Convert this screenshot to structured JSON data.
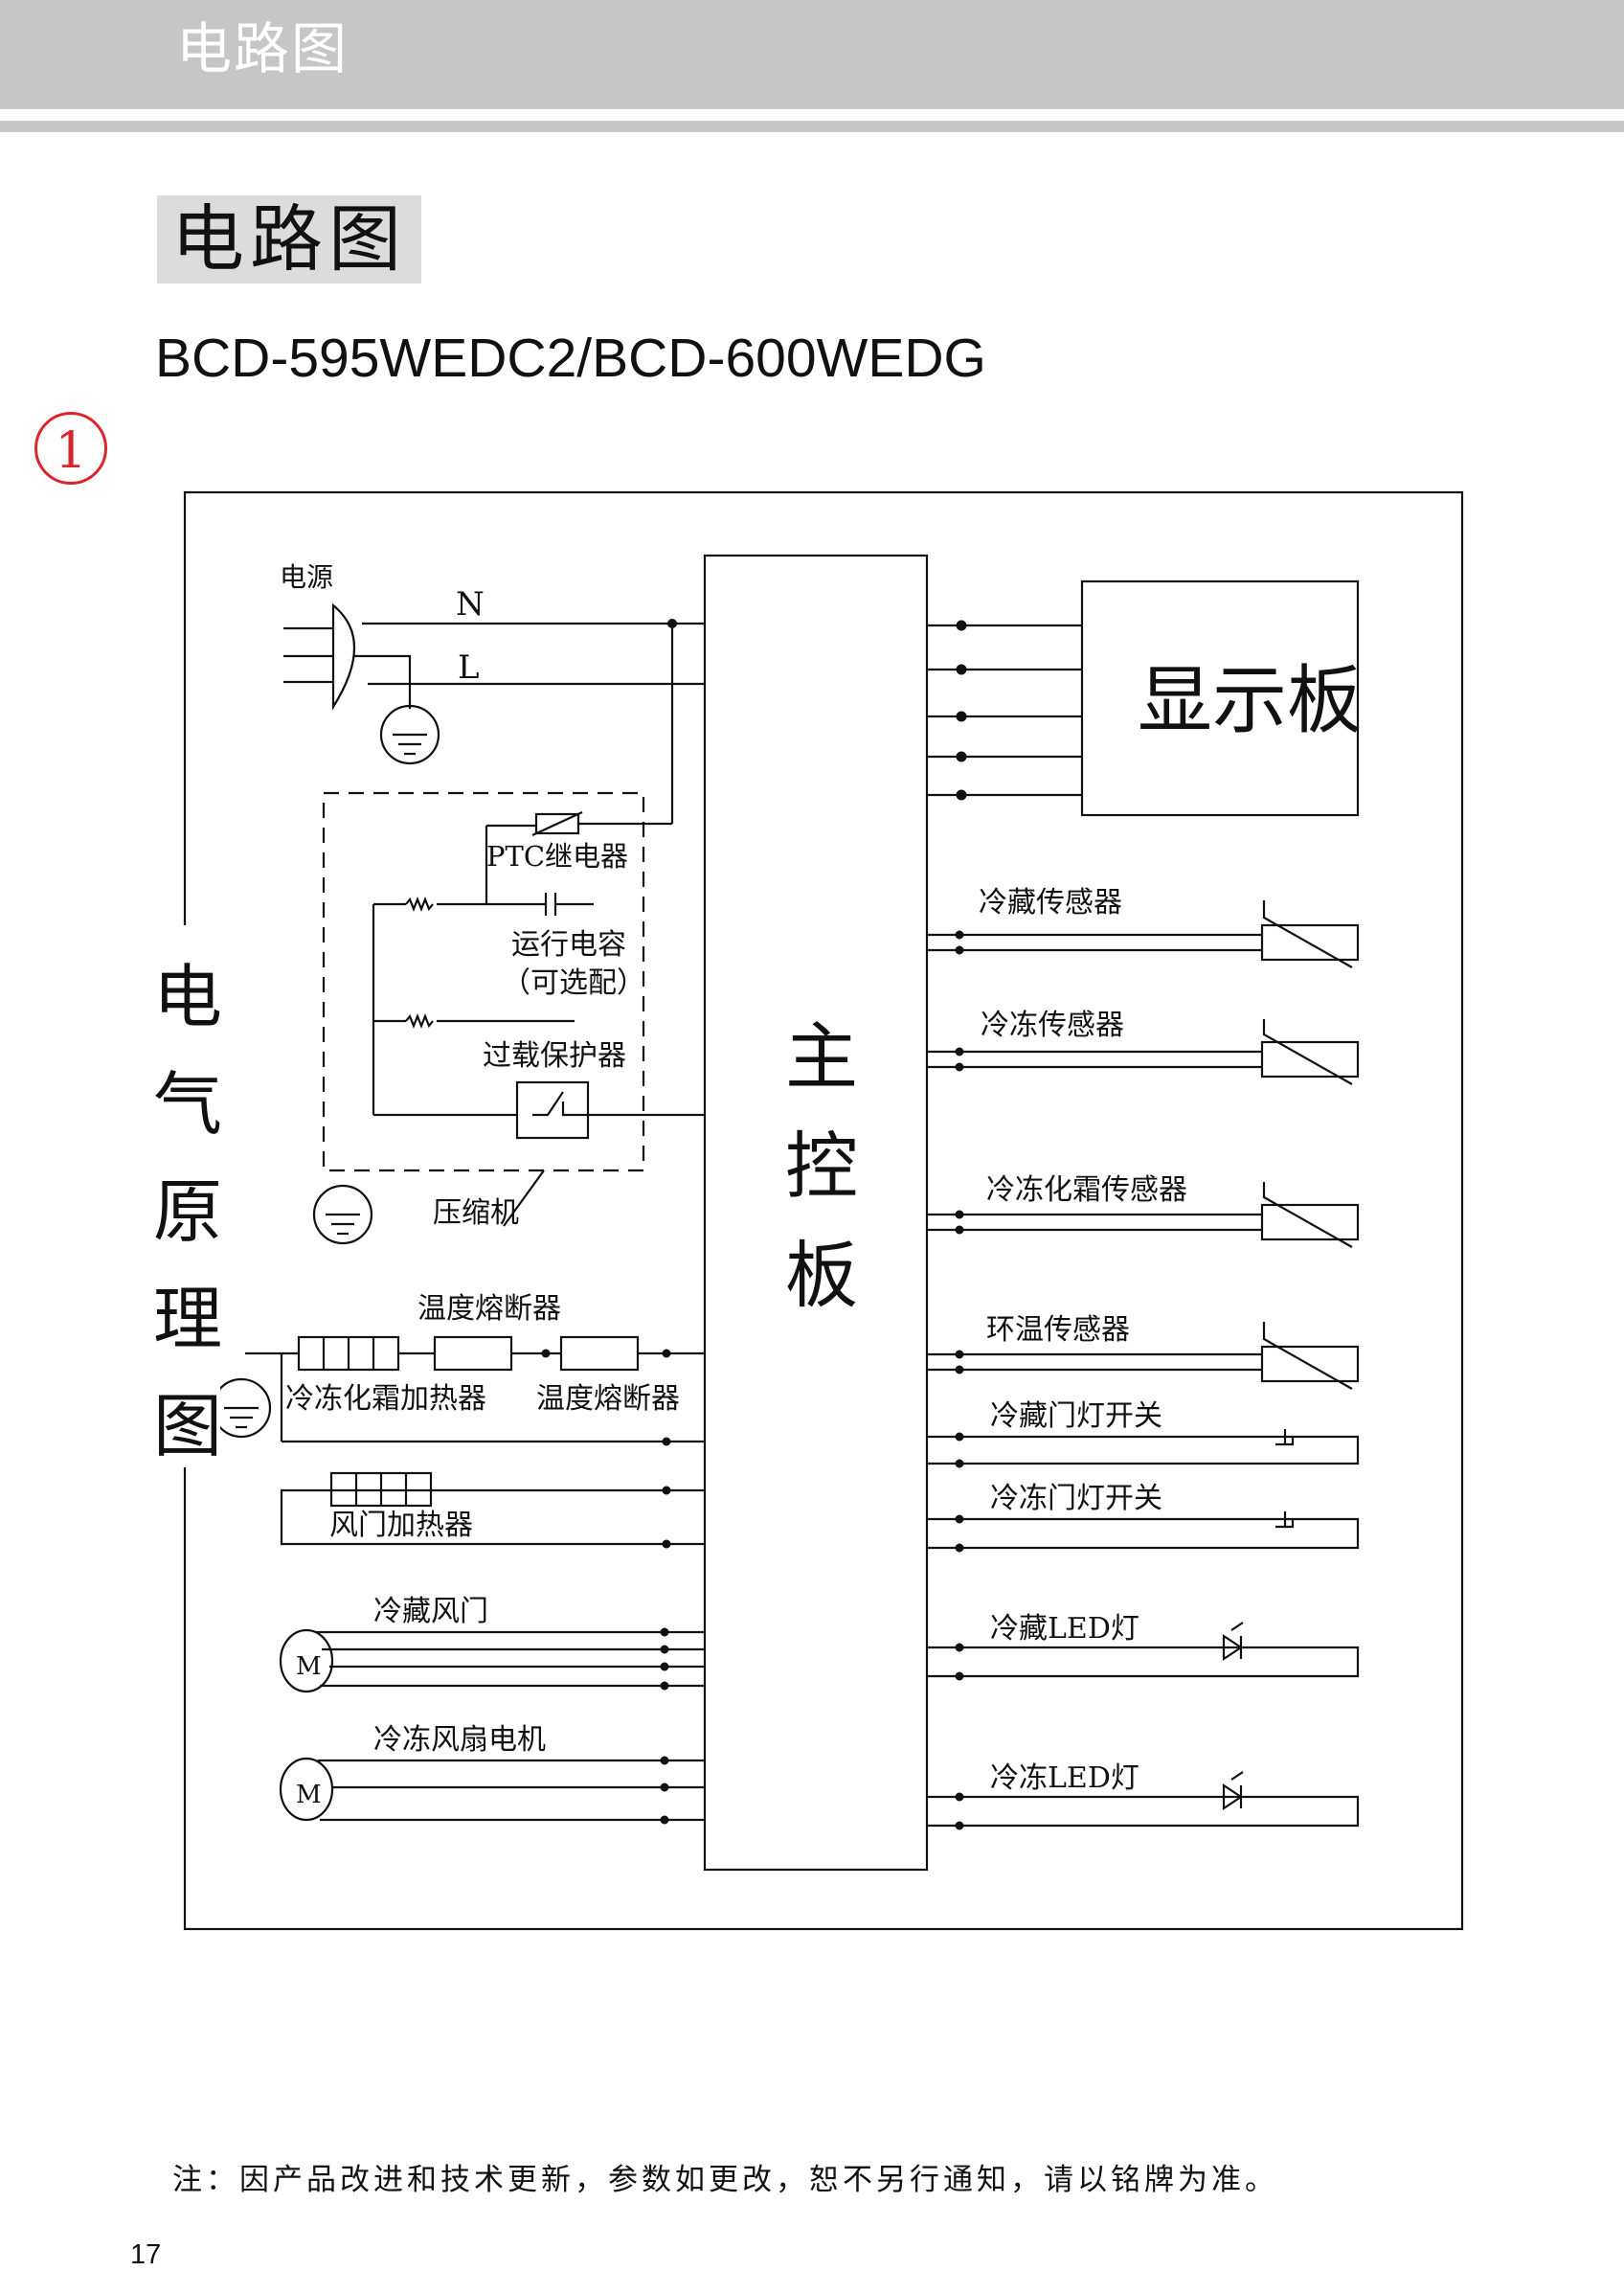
{
  "header": {
    "title": "电路图"
  },
  "section": {
    "title": "电路图",
    "model": "BCD-595WEDC2/BCD-600WEDG",
    "number": "1"
  },
  "diagram": {
    "left_title": [
      "电",
      "气",
      "原",
      "理",
      "图"
    ],
    "main_board": [
      "主",
      "控",
      "板"
    ],
    "display_board": "显示板",
    "power": {
      "label": "电源",
      "n": "N",
      "l": "L"
    },
    "ptc_relay": "PTC继电器",
    "run_capacitor": "运行电容",
    "run_capacitor_note": "（可选配）",
    "overload": "过载保护器",
    "compressor": "压缩机",
    "temp_fuse_top": "温度熔断器",
    "freezer_defrost_heater": "冷冻化霜加热器",
    "temp_fuse_bottom": "温度熔断器",
    "damper_heater": "风门加热器",
    "fridge_damper": "冷藏风门",
    "freezer_fan_motor": "冷冻风扇电机",
    "motor_symbol": "M",
    "right_components": {
      "fridge_sensor": "冷藏传感器",
      "freezer_sensor": "冷冻传感器",
      "freezer_defrost_sensor": "冷冻化霜传感器",
      "ambient_sensor": "环温传感器",
      "fridge_door_switch": "冷藏门灯开关",
      "freezer_door_switch": "冷冻门灯开关",
      "fridge_led": "冷藏LED灯",
      "freezer_led": "冷冻LED灯"
    }
  },
  "footer": {
    "note": "注：因产品改进和技术更新，参数如更改，恕不另行通知，请以铭牌为准。",
    "page_number": "17"
  }
}
